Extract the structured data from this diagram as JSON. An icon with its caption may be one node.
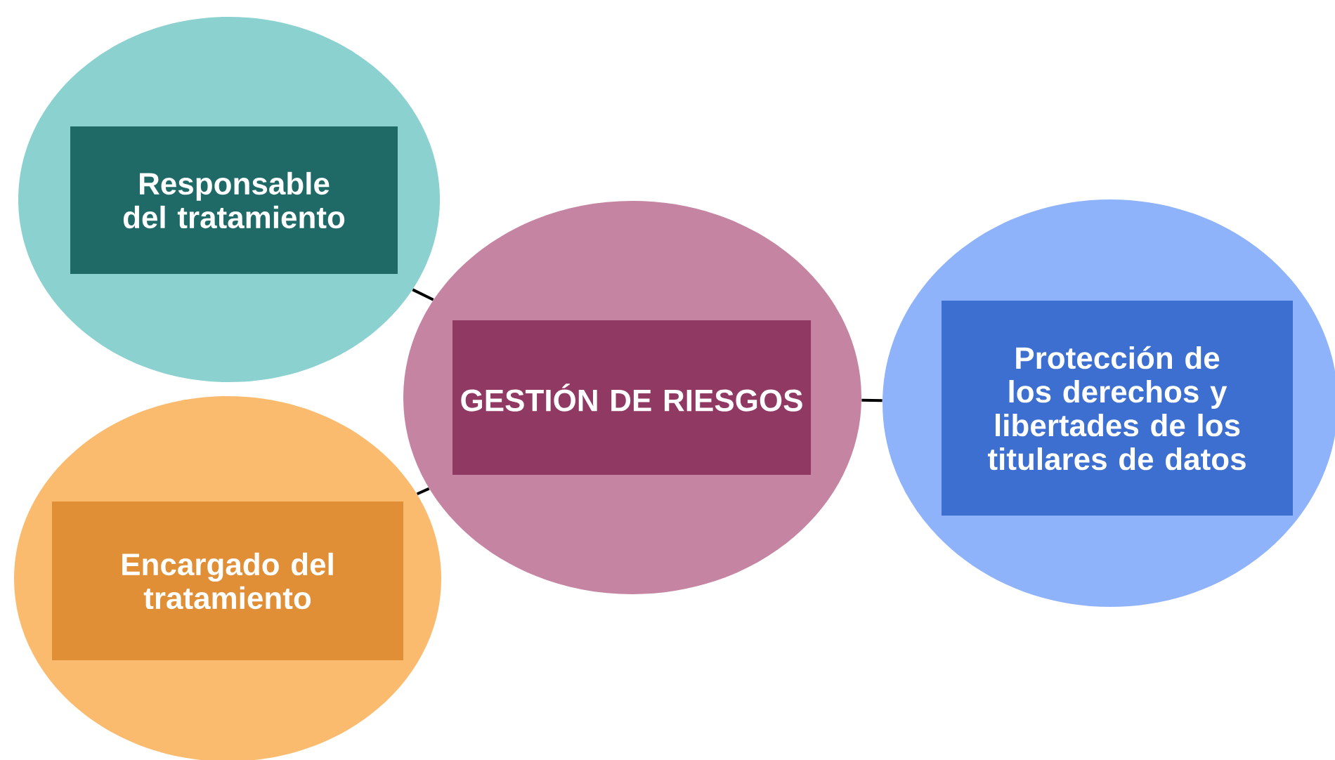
{
  "diagram": {
    "nodes": [
      {
        "text": [],
        "shape": "circle"
      },
      {
        "text": [
          "Responsable del tratamiento"
        ],
        "in": 0
      },
      {
        "text": [],
        "shape": "circle"
      },
      {
        "text": [
          "Encargado del tratamiento"
        ],
        "in": 2
      },
      {
        "text": [],
        "shape": "circle"
      },
      {
        "text": [
          "GESTIÓN DE RIESGOS"
        ],
        "in": 4
      },
      {
        "text": [],
        "shape": "circle"
      },
      {
        "text": [
          "Protección de los derechos y libertades de los titulares de datos"
        ],
        "in": 6
      }
    ],
    "edges": [
      {
        "from": 4,
        "to": 0,
        "arrow": "none"
      },
      {
        "from": 4,
        "to": 2,
        "arrow": "none"
      },
      {
        "from": 4,
        "to": 6,
        "arrow": "none"
      }
    ]
  }
}
